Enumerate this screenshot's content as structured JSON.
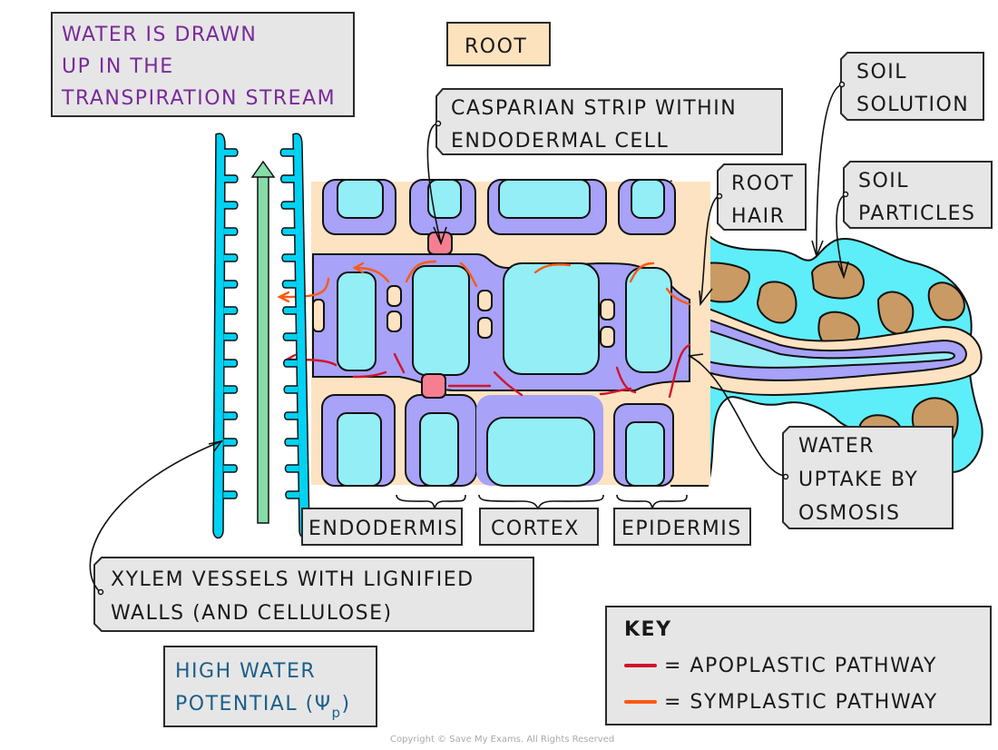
{
  "diagram": {
    "title": "ROOT",
    "labels": {
      "transpiration": [
        "WATER IS DRAWN",
        "UP IN THE",
        "TRANSPIRATION STREAM"
      ],
      "casparian": [
        "CASPARIAN STRIP WITHIN",
        "ENDODERMAL CELL"
      ],
      "soil_solution": [
        "SOIL",
        "SOLUTION"
      ],
      "root_hair": [
        "ROOT",
        "HAIR"
      ],
      "soil_particles": [
        "SOIL",
        "PARTICLES"
      ],
      "water_uptake": [
        "WATER",
        "UPTAKE BY",
        "OSMOSIS"
      ],
      "xylem": [
        "XYLEM VESSELS WITH LIGNIFIED",
        "WALLS (AND CELLULOSE)"
      ],
      "high_water_potential": [
        "HIGH WATER",
        "POTENTIAL (Ψ",
        "p",
        ")"
      ]
    },
    "regions": {
      "endodermis": "ENDODERMIS",
      "cortex": "CORTEX",
      "epidermis": "EPIDERMIS"
    },
    "key": {
      "title": "KEY",
      "items": [
        {
          "label": "= APOPLASTIC PATHWAY",
          "color": "#d0142c"
        },
        {
          "label": "= SYMPLASTIC PATHWAY",
          "color": "#fb5a14"
        }
      ]
    },
    "colors": {
      "cell_wall": "#fde3c1",
      "cytoplasm": "#a8a2f8",
      "vacuole": "#93eef6",
      "soil_water": "#5eeef9",
      "soil_particle": "#c99a64",
      "xylem_wall": "#00d2f3",
      "casparian_strip": "#f57f91",
      "transpiration_arrow": "#86dca8"
    },
    "copyright": "Copyright © Save My Exams. All Rights Reserved"
  }
}
